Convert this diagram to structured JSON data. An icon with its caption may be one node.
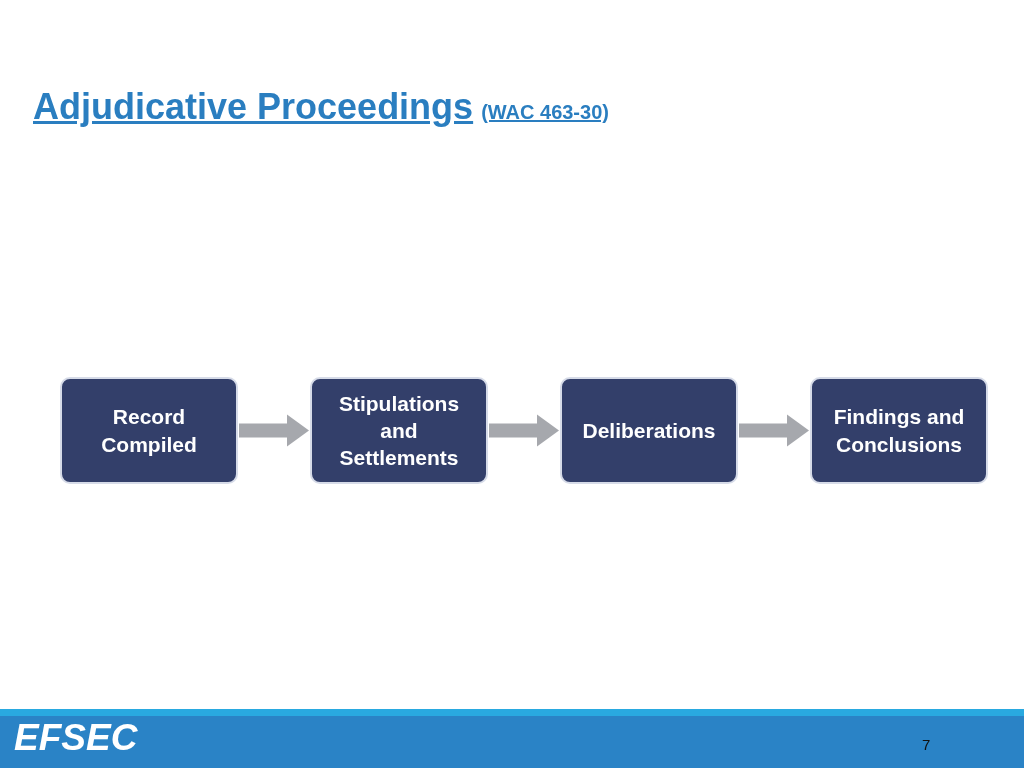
{
  "diagram": {
    "title": "Adjudicative Proceedings",
    "nodes": [
      {
        "text": [
          "Record Compiled"
        ]
      },
      {
        "text": [
          "Stipulations and Settlements"
        ]
      },
      {
        "text": [
          "Deliberations"
        ]
      },
      {
        "text": [
          "Findings and Conclusions"
        ]
      }
    ],
    "edges": [
      {
        "from": 0,
        "to": 1,
        "arrow": "to"
      },
      {
        "from": 1,
        "to": 2,
        "arrow": "to"
      },
      {
        "from": 2,
        "to": 3,
        "arrow": "to"
      }
    ],
    "labels": [
      "(WAC 463-30)",
      "EFSEC",
      "7"
    ]
  }
}
